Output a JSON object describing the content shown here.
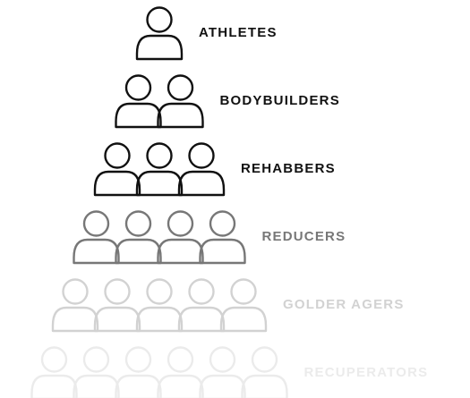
{
  "diagram": {
    "type": "people-pyramid",
    "icon": "person-outline-icon",
    "tiers": [
      {
        "label": "ATHLETES",
        "count": 1,
        "color": "#111111"
      },
      {
        "label": "BODYBUILDERS",
        "count": 2,
        "color": "#111111"
      },
      {
        "label": "REHABBERS",
        "count": 3,
        "color": "#111111"
      },
      {
        "label": "REDUCERS",
        "count": 4,
        "color": "#777777"
      },
      {
        "label": "GOLDER AGERS",
        "count": 5,
        "color": "#d2d2d2"
      },
      {
        "label": "RECUPERATORS",
        "count": 6,
        "color": "#ebebeb"
      }
    ]
  }
}
